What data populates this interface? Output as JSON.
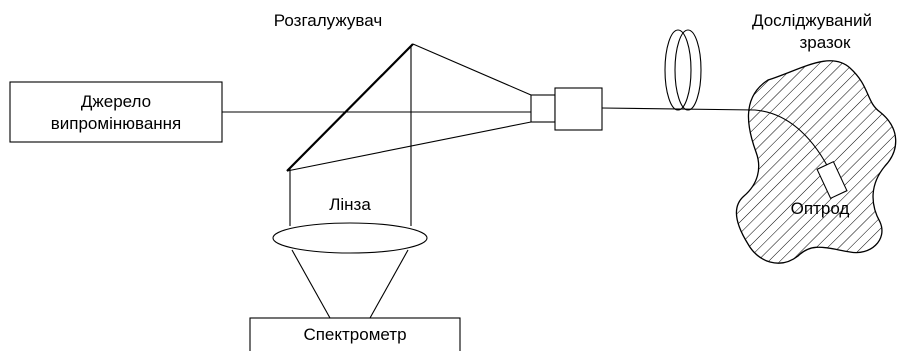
{
  "labels": {
    "source_line1": "Джерело",
    "source_line2": "випромінювання",
    "splitter": "Розгалужувач",
    "lens": "Лінза",
    "spectrometer": "Спектрометр",
    "sample_line1": "Досліджуваний",
    "sample_line2": "зразок",
    "optrode": "Оптрод"
  },
  "colors": {
    "stroke": "#000000",
    "background": "#ffffff"
  }
}
